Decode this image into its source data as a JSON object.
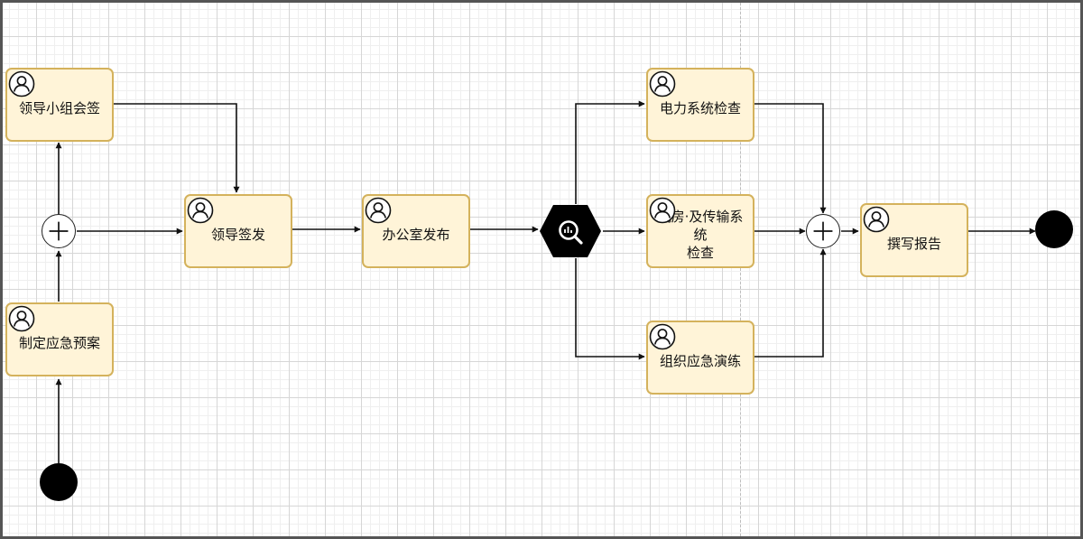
{
  "diagram": {
    "tasks": [
      {
        "id": "leader-group-sign",
        "label": "领导小组会签"
      },
      {
        "id": "leader-issue",
        "label": "领导签发"
      },
      {
        "id": "office-publish",
        "label": "办公室发布"
      },
      {
        "id": "draft-plan",
        "label": "制定应急预案"
      },
      {
        "id": "power-check",
        "label": "电力系统检查"
      },
      {
        "id": "room-transmission-check",
        "label": "机房·及传输系统\n检查"
      },
      {
        "id": "organize-drill",
        "label": "组织应急演练"
      },
      {
        "id": "write-report",
        "label": "撰写报告"
      }
    ],
    "icons": {
      "task": "user-icon",
      "parallel_gateway": "plus-icon",
      "inclusive_gateway": "search-icon"
    },
    "colors": {
      "task_fill": "#fff4d8",
      "task_border": "#d4b25c",
      "event_fill": "#000000",
      "edge": "#111111"
    }
  }
}
